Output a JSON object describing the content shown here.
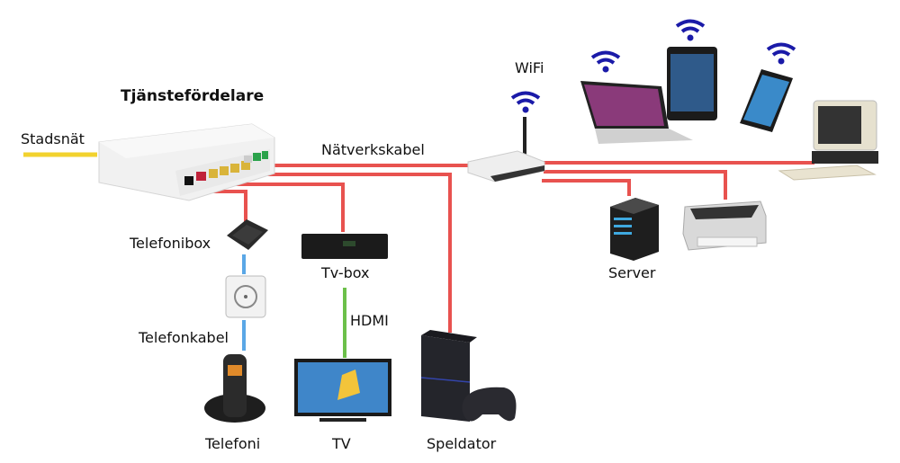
{
  "diagram": {
    "title": "Tjänstefördelare",
    "labels": {
      "city_network": "Stadsnät",
      "network_cable": "Nätverkskabel",
      "wifi": "WiFi",
      "telephony_box": "Telefonibox",
      "phone_cable": "Telefonkabel",
      "telephony": "Telefoni",
      "tv_box": "Tv-box",
      "hdmi": "HDMI",
      "tv": "TV",
      "game_console": "Speldator",
      "server": "Server"
    },
    "colors": {
      "fiber": "#f2d22e",
      "ethernet": "#e8524f",
      "phone": "#5aa7e6",
      "hdmi": "#6cc04a",
      "wifi": "#1a1aa8"
    },
    "devices": [
      "service-distributor",
      "wifi-router",
      "laptop",
      "tablet",
      "smartphone",
      "desktop-computer",
      "server",
      "printer",
      "telephony-box",
      "phone-socket",
      "cordless-phone",
      "tv-box",
      "tv",
      "game-console"
    ]
  }
}
